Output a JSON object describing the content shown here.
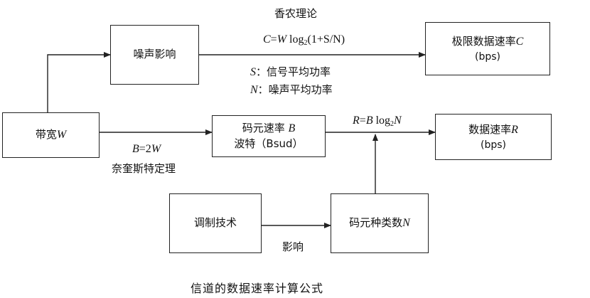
{
  "title": "信道的数据速率计算公式",
  "boxes": {
    "noise_effect": {
      "label": "噪声影响"
    },
    "max_data_rate": {
      "label": "极限数据速率",
      "var": "C",
      "unit": "(bps)"
    },
    "bandwidth": {
      "label": "带宽",
      "var": "W"
    },
    "symbol_rate": {
      "label": "码元速率",
      "var": "B",
      "line2": "波特（Bsud）"
    },
    "data_rate": {
      "label": "数据速率",
      "var": "R",
      "unit": "(bps)"
    },
    "modulation": {
      "label": "调制技术"
    },
    "symbol_types": {
      "label": "码元种类数",
      "var": "N"
    }
  },
  "labels": {
    "shannon_name": "香农理论",
    "shannon_formula": {
      "lhs": "C",
      "eq": "=",
      "w": "W",
      "log": " log",
      "base": "2",
      "args": "(1+S/N)"
    },
    "s_def": {
      "var": "S",
      "text": "：信号平均功率"
    },
    "n_def": {
      "var": "N",
      "text": "：噪声平均功率"
    },
    "nyquist_formula": {
      "lhs": "B",
      "eq": "=2",
      "w": "W"
    },
    "nyquist_name": "奈奎斯特定理",
    "rate_formula": {
      "lhs": "R",
      "eq": "=",
      "b": "B",
      "log": " log",
      "base": "2",
      "n": "N"
    },
    "effect": "影响"
  }
}
